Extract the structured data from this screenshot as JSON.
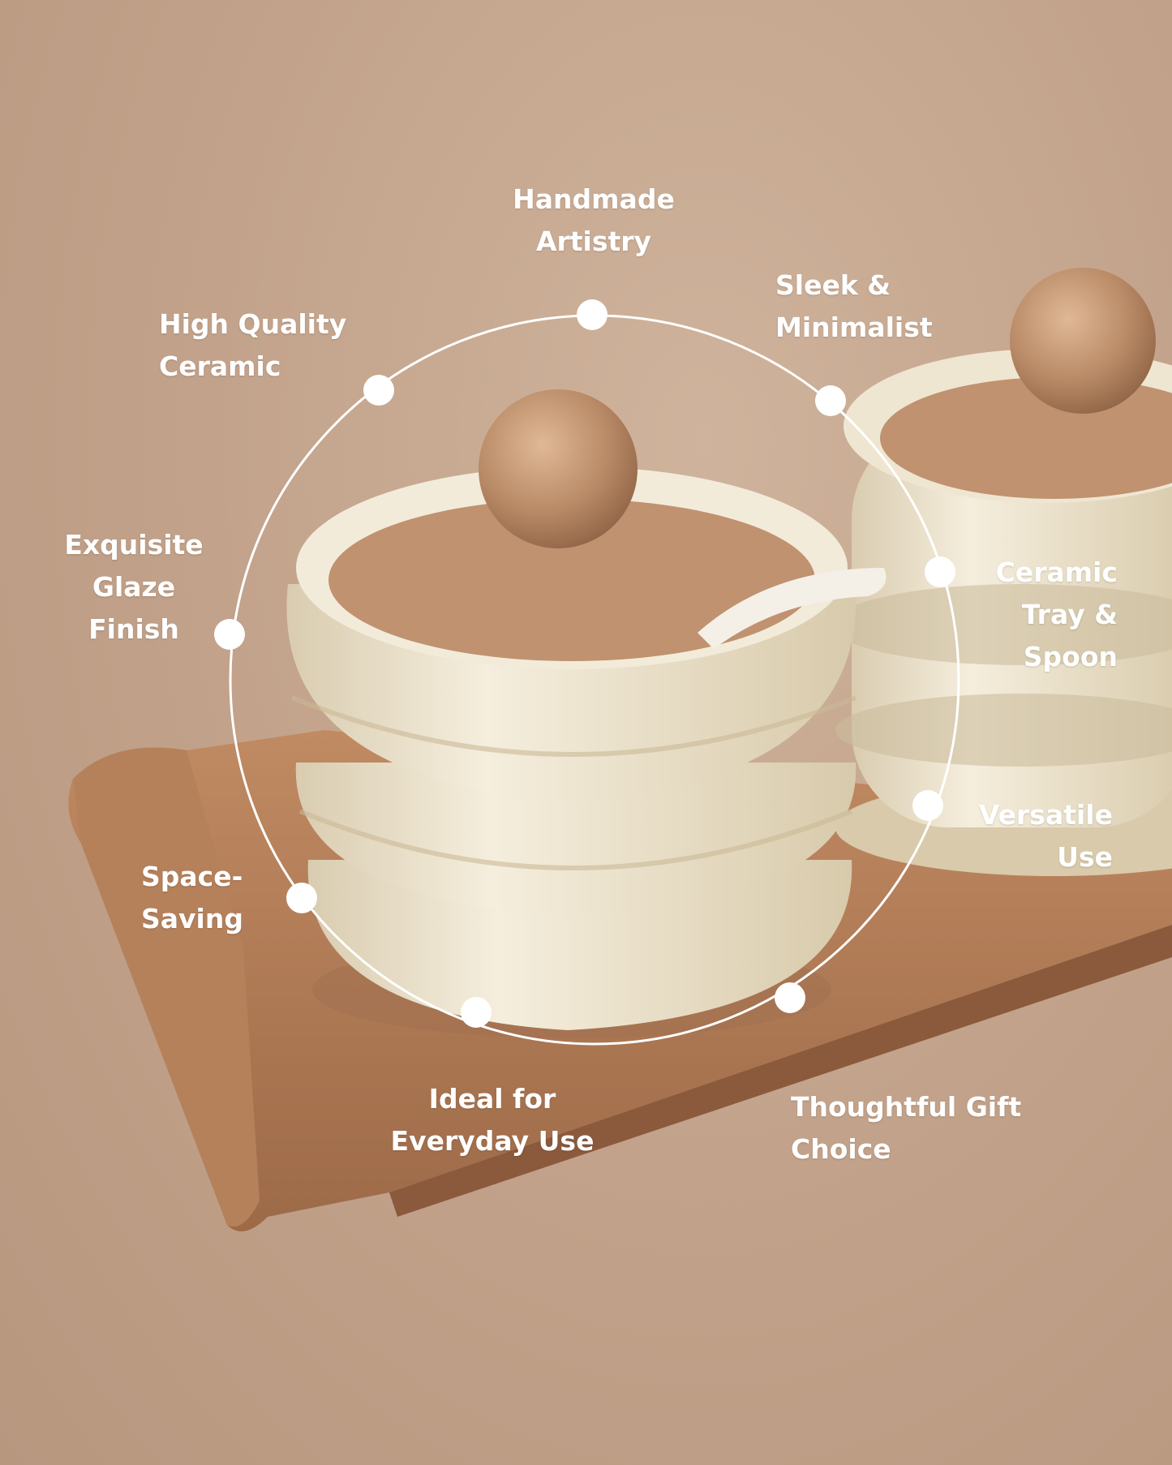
{
  "features": [
    {
      "id": "handmade",
      "lines": [
        "Handmade",
        "Artistry"
      ]
    },
    {
      "id": "high-quality",
      "lines": [
        "High Quality",
        "Ceramic"
      ]
    },
    {
      "id": "sleek",
      "lines": [
        "Sleek &",
        "Minimalist"
      ]
    },
    {
      "id": "glaze",
      "lines": [
        "Exquisite",
        "Glaze",
        "Finish"
      ]
    },
    {
      "id": "tray-spoon",
      "lines": [
        "Ceramic",
        "Tray &",
        "Spoon"
      ]
    },
    {
      "id": "versatile",
      "lines": [
        "Versatile",
        "Use"
      ]
    },
    {
      "id": "space-saving",
      "lines": [
        "Space-",
        "Saving"
      ]
    },
    {
      "id": "everyday",
      "lines": [
        "Ideal for",
        "Everyday Use"
      ]
    },
    {
      "id": "gift",
      "lines": [
        "Thoughtful Gift",
        "Choice"
      ]
    }
  ],
  "colors": {
    "background": "#c2a28a",
    "tray": "#b07a55",
    "jar": "#efe6d2",
    "lid": "#c09270",
    "callout": "#ffffff"
  }
}
